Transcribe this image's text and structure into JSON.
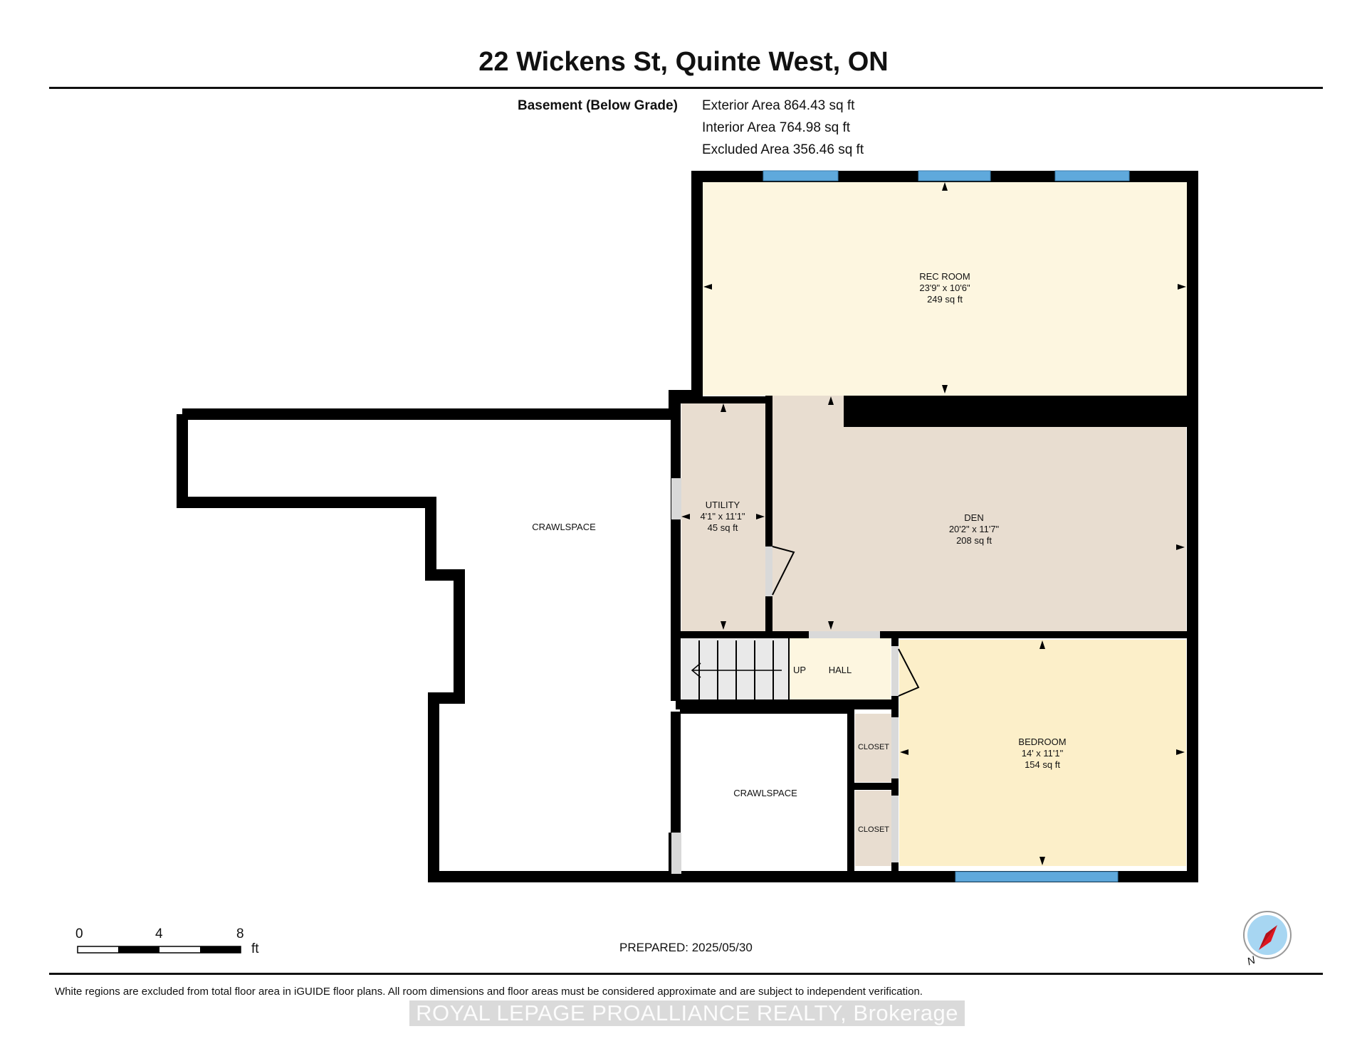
{
  "title": "22 Wickens St, Quinte West, ON",
  "level": {
    "label": "Basement (Below Grade)",
    "exterior_area": "Exterior Area 864.43 sq ft",
    "interior_area": "Interior Area 764.98 sq ft",
    "excluded_area": "Excluded Area 356.46 sq ft"
  },
  "rooms": {
    "rec_room": {
      "name": "REC ROOM",
      "dims": "23'9\" x 10'6\"",
      "area": "249 sq ft"
    },
    "utility": {
      "name": "UTILITY",
      "dims": "4'1\" x 11'1\"",
      "area": "45 sq ft"
    },
    "den": {
      "name": "DEN",
      "dims": "20'2\" x 11'7\"",
      "area": "208 sq ft"
    },
    "bedroom": {
      "name": "BEDROOM",
      "dims": "14' x 11'1\"",
      "area": "154 sq ft"
    },
    "hall": {
      "name": "HALL"
    },
    "stairs": {
      "label": "UP"
    },
    "closet_1": {
      "name": "CLOSET"
    },
    "closet_2": {
      "name": "CLOSET"
    },
    "crawlspace_1": {
      "name": "CRAWLSPACE"
    },
    "crawlspace_2": {
      "name": "CRAWLSPACE"
    }
  },
  "colors": {
    "wall": "#000000",
    "rec_room": "#fdf6e0",
    "den": "#e8ddd0",
    "utility": "#e8ddd0",
    "bedroom": "#fcefc9",
    "hall": "#fdf6e0",
    "closet": "#e8ddd0",
    "window": "#5fa9dc",
    "door_opening": "#d9d9d9"
  },
  "scale_bar": {
    "ticks": [
      "0",
      "4",
      "8"
    ],
    "unit": "ft"
  },
  "compass": {
    "label": "N"
  },
  "prepared": "PREPARED: 2025/05/30",
  "disclaimer": "White regions are excluded from total floor area in iGUIDE floor plans. All room dimensions and floor areas must be considered approximate and are subject to independent verification.",
  "watermark": "ROYAL LEPAGE PROALLIANCE REALTY, Brokerage"
}
